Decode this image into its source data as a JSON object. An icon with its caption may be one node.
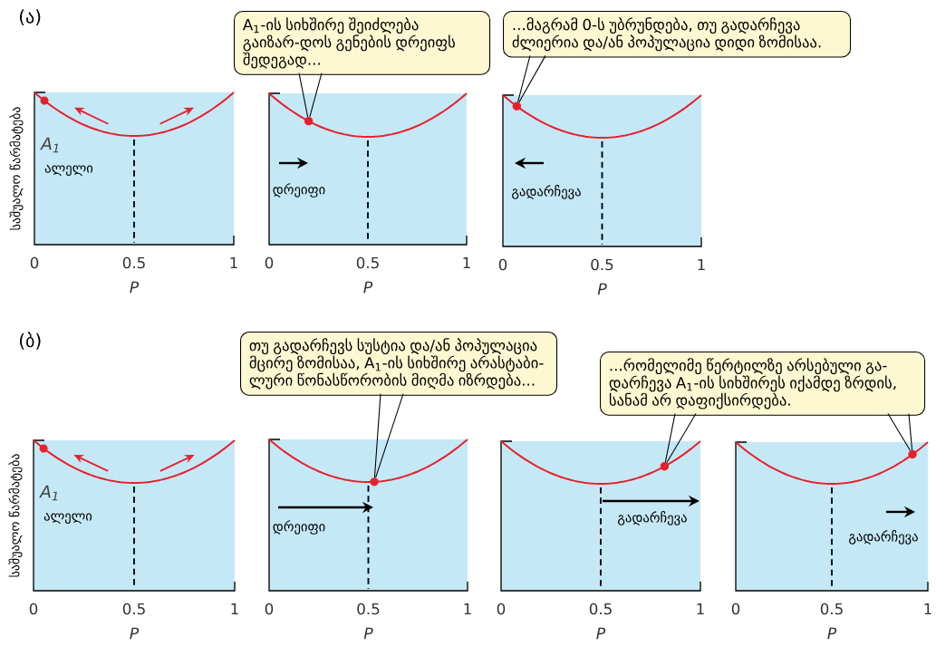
{
  "diagram": {
    "nodes": [
      {
        "text": [
          "A$_{1}$-ის სიხშირე შეიძლება გაიზარ-დოს გენების დრეიფს შედეგად..."
        ]
      },
      {
        "text": [],
        "shape": "circle"
      },
      {
        "text": [
          "...მაგრამ 0-ს უბრუნდება, თუ გადარჩევა ძლიერია და/ან პოპულაცია დიდი ზომისაა."
        ]
      },
      {
        "text": [],
        "shape": "circle"
      },
      {
        "text": [
          "თუ გადარჩევს სუსტია და/ან პოპულაცია მცირე ზომისაა, A$_{1}$-ის სიხშირე არასტაბი-ლური წონასწორობის მიღმა იზრდება..."
        ]
      },
      {
        "text": [],
        "shape": "circle"
      },
      {
        "text": [
          "...რომელიმე წერტილზე არსებული გა-დარჩევა A$_{1}$-ის სიხშირეს იქამდე ზრდის, სანამ არ დაფიქსირდება."
        ]
      },
      {
        "text": [],
        "shape": "circle"
      },
      {
        "text": [],
        "shape": "circle"
      }
    ],
    "edges": [
      {
        "from": 0,
        "to": 1,
        "arrow": "none"
      },
      {
        "from": 2,
        "to": 3,
        "arrow": "none"
      },
      {
        "from": 4,
        "to": 5,
        "arrow": "none"
      },
      {
        "from": 6,
        "to": 7,
        "arrow": "none"
      },
      {
        "from": 6,
        "to": 8,
        "arrow": "none"
      }
    ],
    "labels": [
      "(ა)",
      "საშუალო წარმატება",
      "A$_{1}$",
      "ალელი",
      "0",
      "0.5",
      "1",
      "P",
      "დრეიფი",
      "0",
      "0.5",
      "1",
      "P",
      "გადარჩევა",
      "0",
      "0.5",
      "1",
      "P",
      "(ბ)",
      "საშუალო წარმატება",
      "A$_{1}$",
      "ალელი",
      "0",
      "0.5",
      "1",
      "P",
      "დრეიფი",
      "0",
      "0.5",
      "1",
      "P",
      "გადარჩევა",
      "0",
      "0.5",
      "1",
      "P",
      "გადარჩევა",
      "0",
      "0.5",
      "1",
      "P"
    ]
  }
}
